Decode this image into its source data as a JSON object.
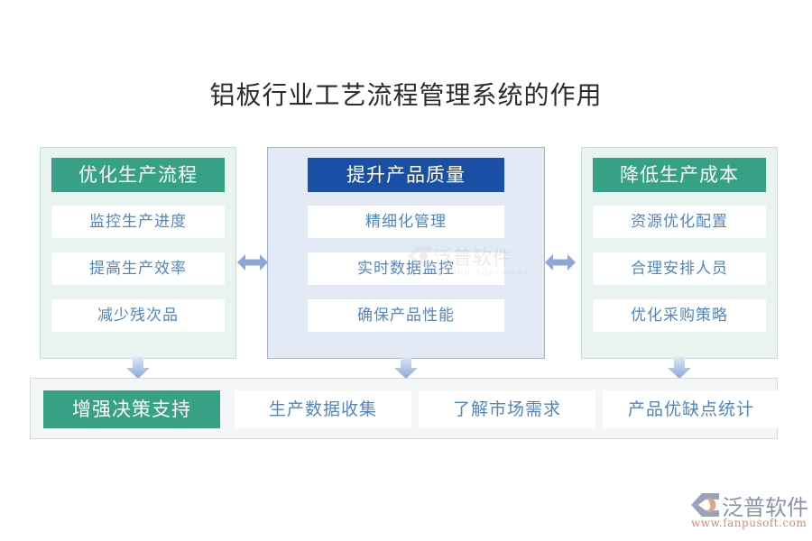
{
  "title": "铝板行业工艺流程管理系统的作用",
  "colors": {
    "green": "#36a184",
    "blue": "#1a4fa6",
    "item_text": "#5185c6",
    "panel_green_bg": "#e9f4f0",
    "panel_blue_bg": "#e3e9f5",
    "arrow": "#8da8d8",
    "bottom_bar_bg": "#f4f5f7"
  },
  "columns": [
    {
      "header": "优化生产流程",
      "items": [
        "监控生产进度",
        "提高生产效率",
        "减少残次品"
      ]
    },
    {
      "header": "提升产品质量",
      "items": [
        "精细化管理",
        "实时数据监控",
        "确保产品性能"
      ]
    },
    {
      "header": "降低生产成本",
      "items": [
        "资源优化配置",
        "合理安排人员",
        "优化采购策略"
      ]
    }
  ],
  "bottom_bar": {
    "header": "增强决策支持",
    "items": [
      "生产数据收集",
      "了解市场需求",
      "产品优缺点统计"
    ]
  },
  "arrows": {
    "horizontal": [
      "double-arrow-left-right",
      "double-arrow-left-right"
    ],
    "vertical": [
      "arrow-down",
      "arrow-down",
      "arrow-down"
    ]
  },
  "watermark": {
    "text": "泛普软件",
    "sub": "FANPU SOFTWARE"
  },
  "logo": {
    "name": "泛普软件",
    "url": "www.fanpusoft.com"
  }
}
